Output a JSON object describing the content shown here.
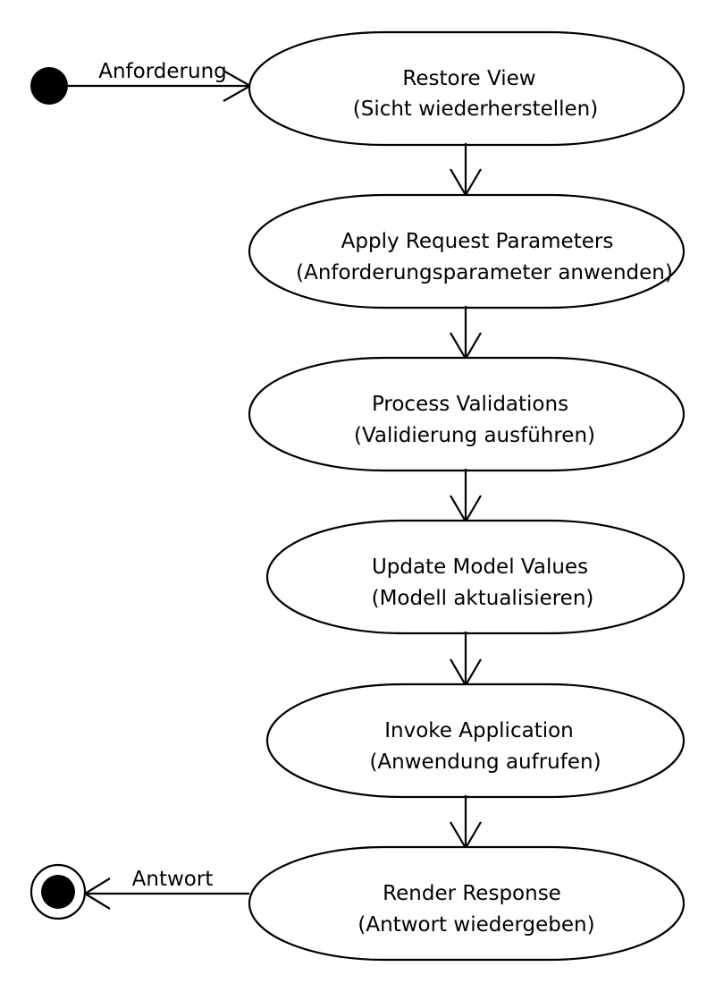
{
  "diagram": {
    "colors": {
      "stroke": "#000000",
      "fill": "#ffffff",
      "text": "#000000",
      "background": "#ffffff"
    },
    "start_label": "Anforderung",
    "end_label": "Antwort",
    "states": [
      {
        "title": "Restore View",
        "subtitle": "(Sicht wiederherstellen)"
      },
      {
        "title": "Apply Request Parameters",
        "subtitle": "(Anforderungsparameter anwenden)"
      },
      {
        "title": "Process Validations",
        "subtitle": "(Validierung ausführen)"
      },
      {
        "title": "Update Model Values",
        "subtitle": "(Modell aktualisieren)"
      },
      {
        "title": "Invoke Application",
        "subtitle": "(Anwendung aufrufen)"
      },
      {
        "title": "Render Response",
        "subtitle": "(Antwort wiedergeben)"
      }
    ]
  }
}
